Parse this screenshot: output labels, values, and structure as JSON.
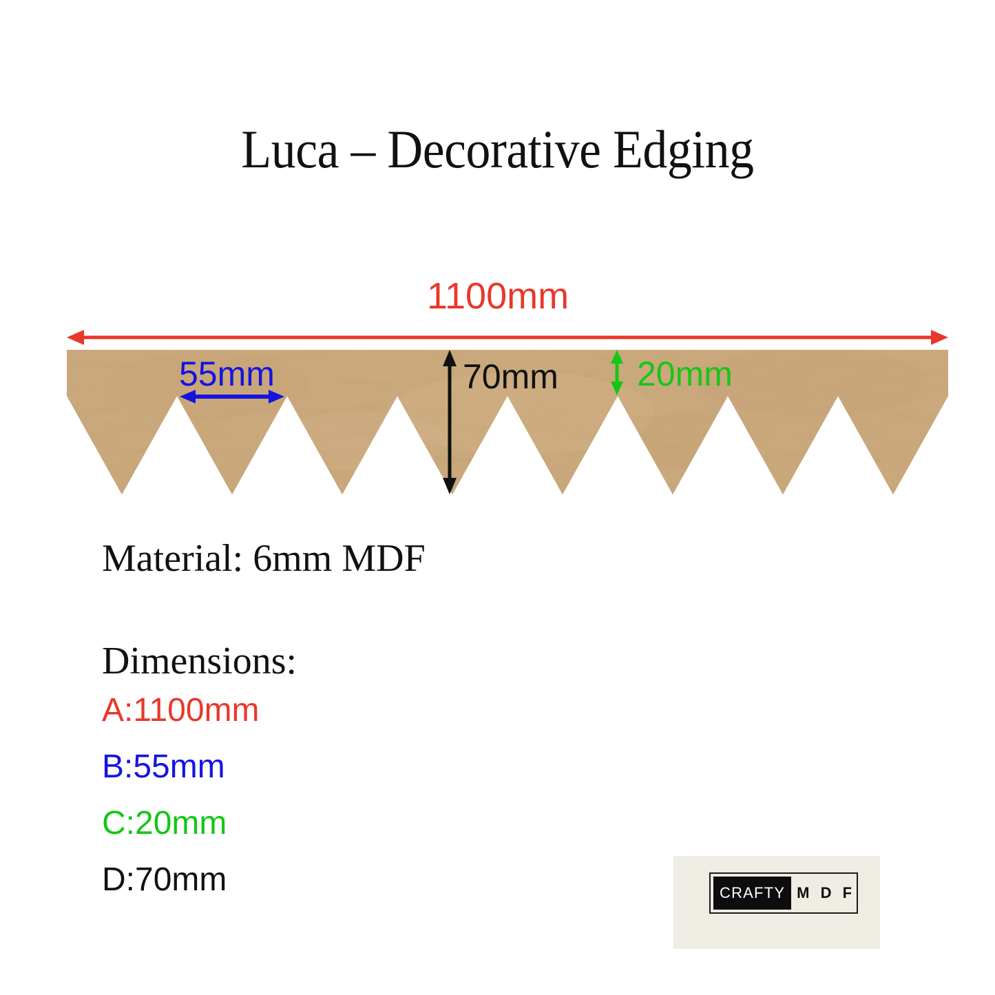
{
  "title": "Luca – Decorative Edging",
  "material": {
    "text": "Material: 6mm MDF"
  },
  "dimensions": {
    "heading": "Dimensions:",
    "entries": [
      {
        "key": "A",
        "text": "A:1100mm",
        "value": "1100mm",
        "color": "#e8382a"
      },
      {
        "key": "B",
        "text": "B:55mm",
        "value": "55mm",
        "color": "#1414e0"
      },
      {
        "key": "C",
        "text": "C:20mm",
        "value": "20mm",
        "color": "#16c616"
      },
      {
        "key": "D",
        "text": "D:70mm",
        "value": "70mm",
        "color": "#111111"
      }
    ]
  },
  "callouts": {
    "width_label": "1100mm",
    "pitch_label": "55mm",
    "height_label": "70mm",
    "band_label": "20mm"
  },
  "product": {
    "wood_color": "#cdab7e",
    "wood_color_dark": "#bd9a6c",
    "wood_color_light": "#dcc096",
    "teeth_count": 8
  },
  "logo": {
    "brand_primary": "CRAFTY",
    "brand_secondary": "M D F",
    "panel_color": "#efece4",
    "ink_color": "#0d0d0d"
  }
}
